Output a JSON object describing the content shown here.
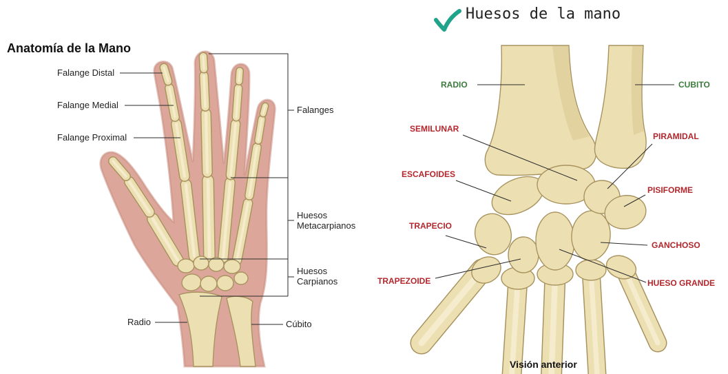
{
  "left_diagram": {
    "title": "Anatomía de la Mano",
    "labels": {
      "falange_distal": "Falange Distal",
      "falange_medial": "Falange Medial",
      "falange_proximal": "Falange Proximal",
      "falanges": "Falanges",
      "huesos_metacarpianos": [
        "Huesos",
        "Metacarpianos"
      ],
      "huesos_carpianos": [
        "Huesos",
        "Carpianos"
      ],
      "radio": "Radio",
      "cubito": "Cúbito"
    }
  },
  "right_diagram": {
    "heading_icon": "checkmark-icon",
    "heading": "Huesos de la mano",
    "labels": {
      "radio": "RADIO",
      "cubito": "CUBITO",
      "semilunar": "SEMILUNAR",
      "piramidal": "PIRAMIDAL",
      "escafoides": "ESCAFOIDES",
      "pisiforme": "PISIFORME",
      "trapecio": "TRAPECIO",
      "ganchoso": "GANCHOSO",
      "trapezoide": "TRAPEZOIDE",
      "hueso_grande": "HUESO GRANDE"
    },
    "caption": "Visión anterior"
  },
  "colors": {
    "skin": "#dca79a",
    "bone": "#ece0b3",
    "bone_outline": "#a8935f",
    "label_green": "#3b7b3b",
    "label_red": "#b2262c",
    "icon_teal": "#1fa38a"
  }
}
